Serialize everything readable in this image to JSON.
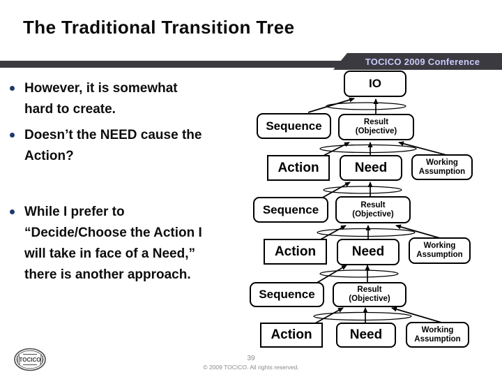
{
  "slide": {
    "title": "The Traditional Transition Tree",
    "conference_badge": "TOCICO 2009 Conference",
    "page_number": "39",
    "copyright": "© 2009 TOCICO. All rights reserved.",
    "logo_text": "TOCICO"
  },
  "bullets": [
    {
      "lines": [
        "However, it is somewhat",
        "hard to create."
      ]
    },
    {
      "lines": [
        "Doesn’t the NEED cause the",
        "Action?"
      ]
    },
    {
      "lines": [
        "While I prefer to",
        "“Decide/Choose the Action I",
        "will take in face of a Need,”",
        "there is another approach."
      ]
    }
  ],
  "diagram": {
    "io": "IO",
    "tiers": [
      {
        "sequence": "Sequence",
        "result_line1": "Result",
        "result_line2": "(Objective)",
        "action": "Action",
        "need": "Need",
        "assumption_line1": "Working",
        "assumption_line2": "Assumption"
      },
      {
        "sequence": "Sequence",
        "result_line1": "Result",
        "result_line2": "(Objective)",
        "action": "Action",
        "need": "Need",
        "assumption_line1": "Working",
        "assumption_line2": "Assumption"
      },
      {
        "sequence": "Sequence",
        "result_line1": "Result",
        "result_line2": "(Objective)",
        "action": "Action",
        "need": "Need",
        "assumption_line1": "Working",
        "assumption_line2": "Assumption"
      }
    ]
  },
  "colors": {
    "header_bar": "#3a3a40",
    "badge_text": "#ccccff",
    "bullet_dot": "#1e3a6d",
    "footer_text": "#8a8a8a"
  }
}
